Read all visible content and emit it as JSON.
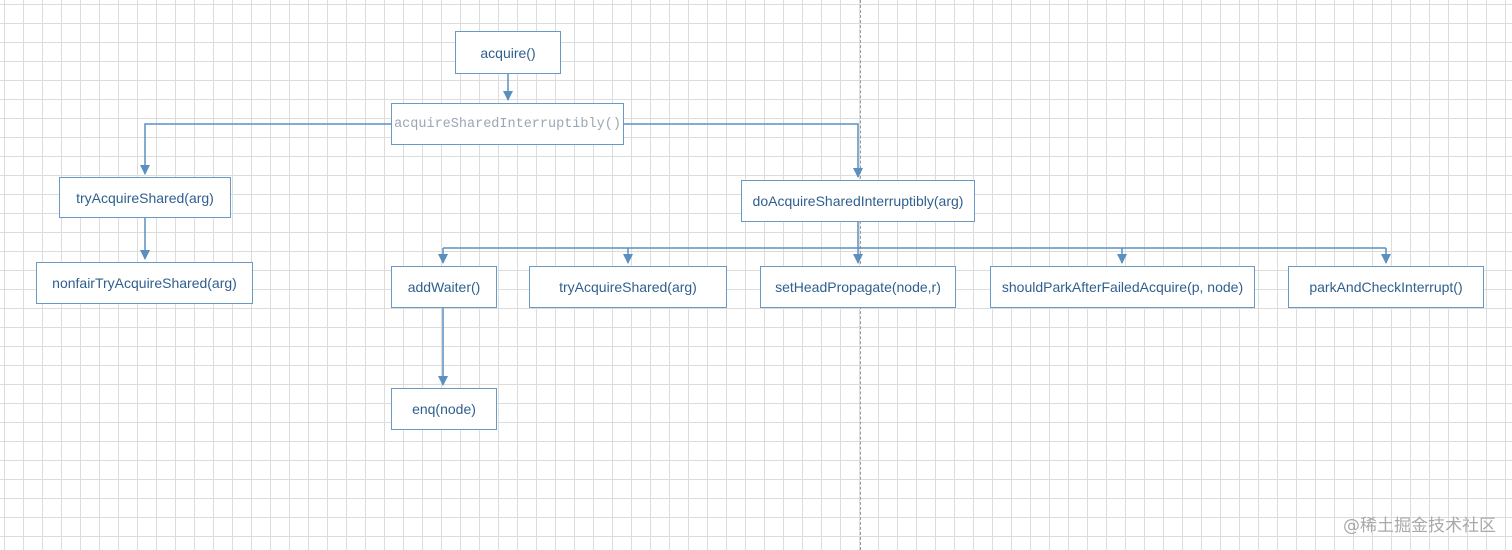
{
  "nodes": {
    "acquire": "acquire()",
    "acquire_shared_interruptibly": "acquireSharedInterruptibly()",
    "try_acquire_shared_left": "tryAcquireShared(arg)",
    "nonfair_try_acquire_shared": "nonfairTryAcquireShared(arg)",
    "do_acquire_shared_interruptibly": "doAcquireSharedInterruptibly(arg)",
    "add_waiter": "addWaiter()",
    "try_acquire_shared_right": "tryAcquireShared(arg)",
    "set_head_propagate": "setHeadPropagate(node,r)",
    "should_park_after_failed_acquire": "shouldParkAfterFailedAcquire(p, node)",
    "park_and_check_interrupt": "parkAndCheckInterrupt()",
    "enq": "enq(node)"
  },
  "edges": [
    {
      "from": "acquire",
      "to": "acquire_shared_interruptibly"
    },
    {
      "from": "acquire_shared_interruptibly",
      "to": "try_acquire_shared_left"
    },
    {
      "from": "acquire_shared_interruptibly",
      "to": "do_acquire_shared_interruptibly"
    },
    {
      "from": "try_acquire_shared_left",
      "to": "nonfair_try_acquire_shared"
    },
    {
      "from": "do_acquire_shared_interruptibly",
      "to": "add_waiter"
    },
    {
      "from": "do_acquire_shared_interruptibly",
      "to": "try_acquire_shared_right"
    },
    {
      "from": "do_acquire_shared_interruptibly",
      "to": "set_head_propagate"
    },
    {
      "from": "do_acquire_shared_interruptibly",
      "to": "should_park_after_failed_acquire"
    },
    {
      "from": "do_acquire_shared_interruptibly",
      "to": "park_and_check_interrupt"
    },
    {
      "from": "add_waiter",
      "to": "enq"
    }
  ],
  "colors": {
    "node_border": "#6a9ac4",
    "node_text": "#2f5f8f",
    "connector": "#5b8fc0",
    "grid": "#dcdcdc"
  },
  "watermark": "@稀土掘金技术社区"
}
